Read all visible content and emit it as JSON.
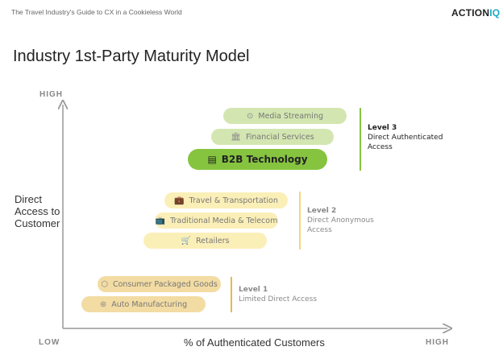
{
  "header": {
    "subtitle": "The Travel Industry's Guide to CX in a Cookieless World",
    "logo_main": "ACTION",
    "logo_accent": "IQ"
  },
  "title": "Industry 1st-Party Maturity Model",
  "axes": {
    "y_high": "HIGH",
    "y_low": "LOW",
    "x_high": "HIGH",
    "y_label": "Direct Access to Customer",
    "x_label": "% of Authenticated Customers"
  },
  "levels": [
    {
      "name": "Level 3",
      "desc": "Direct Authenticated Access",
      "color": "#86c440",
      "items": [
        {
          "label": "Media Streaming",
          "icon": "play-circle-icon"
        },
        {
          "label": "Financial Services",
          "icon": "bank-icon"
        },
        {
          "label": "B2B Technology",
          "icon": "browser-window-icon"
        }
      ]
    },
    {
      "name": "Level 2",
      "desc": "Direct Anonymous Access",
      "color": "#f5d77a",
      "items": [
        {
          "label": "Travel & Transportation",
          "icon": "briefcase-icon"
        },
        {
          "label": "Traditional Media & Telecom",
          "icon": "tv-icon"
        },
        {
          "label": "Retailers",
          "icon": "cart-icon"
        }
      ]
    },
    {
      "name": "Level 1",
      "desc": "Limited Direct Access",
      "color": "#e8b94a",
      "items": [
        {
          "label": "Consumer Packaged Goods",
          "icon": "box-icon"
        },
        {
          "label": "Auto Manufacturing",
          "icon": "steering-wheel-icon"
        }
      ]
    }
  ]
}
